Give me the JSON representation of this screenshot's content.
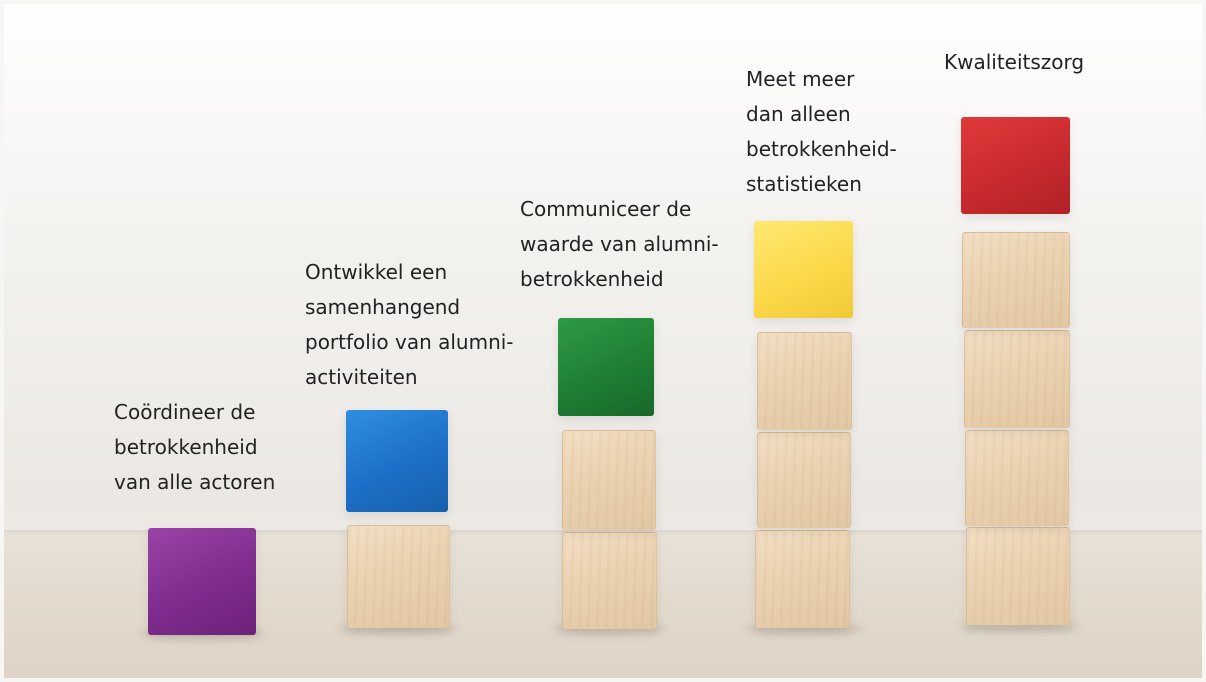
{
  "labels": {
    "step1": [
      "Coördineer de",
      "betrokkenheid",
      "van alle actoren"
    ],
    "step2": [
      "Ontwikkel een",
      "samenhangend",
      "portfolio van alumni-",
      "activiteiten"
    ],
    "step3": [
      "Communiceer de",
      "waarde van alumni-",
      "betrokkenheid"
    ],
    "step4": [
      "Meet meer",
      "dan alleen",
      "betrokkenheid-",
      "statistieken"
    ],
    "step5": [
      "Kwaliteitszorg"
    ]
  },
  "colors": {
    "purple": "#8a3399",
    "blue": "#1f73c9",
    "green": "#22823a",
    "yellow": "#f8d84a",
    "red": "#c9292f",
    "wood": "#e8cfab"
  }
}
